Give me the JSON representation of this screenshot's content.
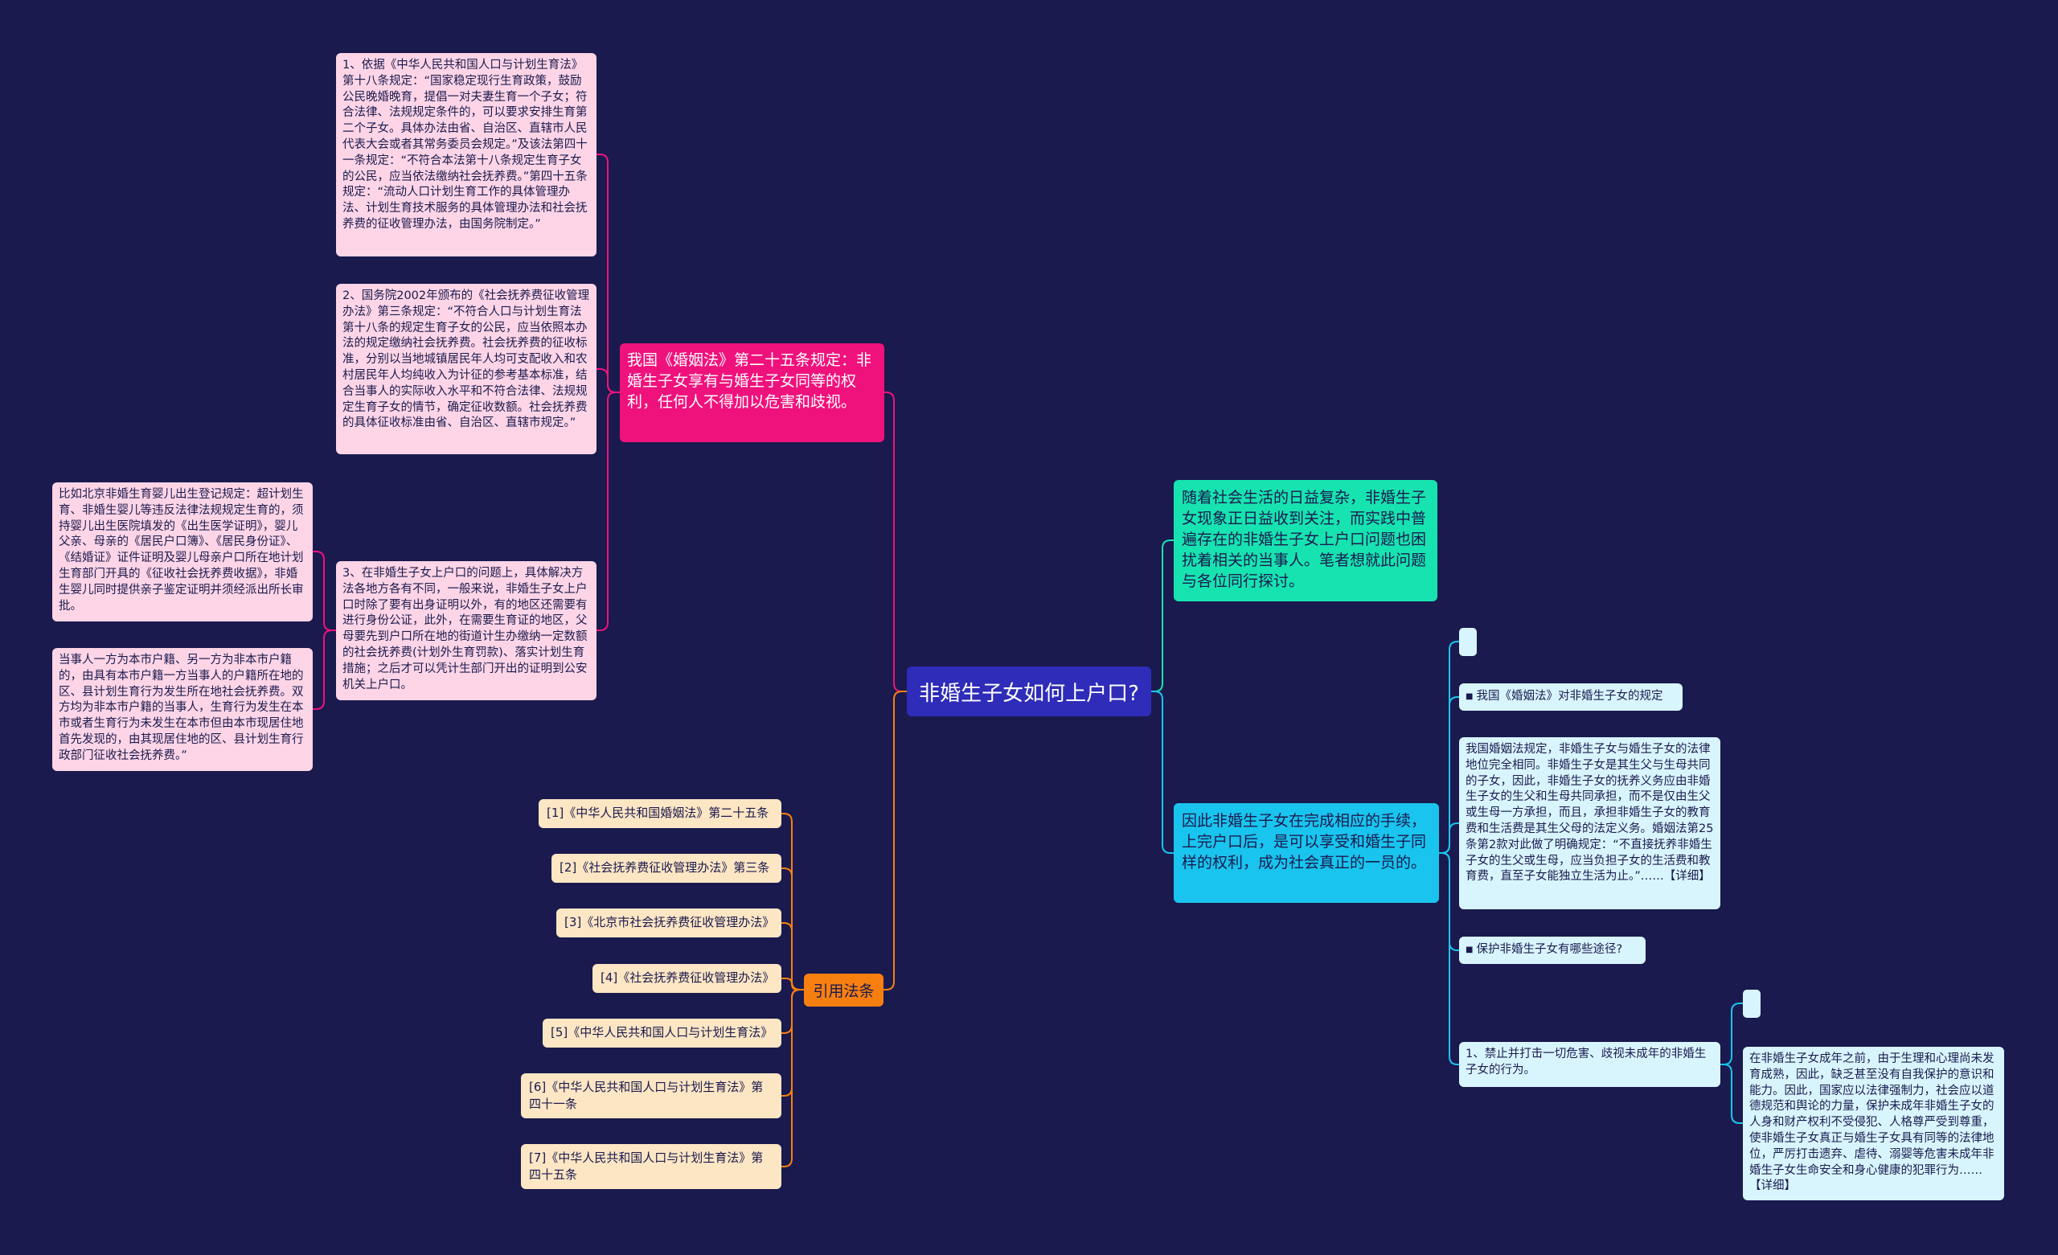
{
  "root": {
    "label": "非婚生子女如何上户口?"
  },
  "left_main": {
    "label": "我国《婚姻法》第二十五条规定：非婚生子女享有与婚生子女同等的权利，任何人不得加以危害和歧视。",
    "children": [
      "1、依据《中华人民共和国人口与计划生育法》第十八条规定：“国家稳定现行生育政策，鼓励公民晚婚晚育，提倡一对夫妻生育一个子女；符合法律、法规规定条件的，可以要求安排生育第二个子女。具体办法由省、自治区、直辖市人民代表大会或者其常务委员会规定。”及该法第四十一条规定：“不符合本法第十八条规定生育子女的公民，应当依法缴纳社会抚养费。”第四十五条规定：“流动人口计划生育工作的具体管理办法、计划生育技术服务的具体管理办法和社会抚养费的征收管理办法，由国务院制定。”",
      "2、国务院2002年颁布的《社会抚养费征收管理办法》第三条规定：“不符合人口与计划生育法第十八条的规定生育子女的公民，应当依照本办法的规定缴纳社会抚养费。社会抚养费的征收标准，分别以当地城镇居民年人均可支配收入和农村居民年人均纯收入为计征的参考基本标准，结合当事人的实际收入水平和不符合法律、法规规定生育子女的情节，确定征收数额。社会抚养费的具体征收标准由省、自治区、直辖市规定。”",
      "3、在非婚生子女上户口的问题上，具体解决方法各地方各有不同，一般来说，非婚生子女上户口时除了要有出身证明以外，有的地区还需要有进行身份公证，此外，在需要生育证的地区，父母要先到户口所在地的街道计生办缴纳一定数额的社会抚养费(计划外生育罚款)、落实计划生育措施；之后才可以凭计生部门开出的证明到公安机关上户口。"
    ],
    "grandchildren": [
      "比如北京非婚生育婴儿出生登记规定：超计划生育、非婚生婴儿等违反法律法规规定生育的，须持婴儿出生医院填发的《出生医学证明》，婴儿父亲、母亲的《居民户口簿》、《居民身份证》、《结婚证》证件证明及婴儿母亲户口所在地计划生育部门开具的《征收社会抚养费收据》，非婚生婴儿同时提供亲子鉴定证明并须经派出所长审批。",
      "当事人一方为本市户籍、另一方为非本市户籍的，由具有本市户籍一方当事人的户籍所在地的区、县计划生育行为发生所在地社会抚养费。双方均为非本市户籍的当事人，生育行为发生在本市或者生育行为未发生在本市但由本市现居住地首先发现的，由其现居住地的区、县计划生育行政部门征收社会抚养费。”"
    ]
  },
  "right_top": {
    "label": "随着社会生活的日益复杂，非婚生子女现象正日益收到关注，而实践中普遍存在的非婚生子女上户口问题也困扰着相关的当事人。笔者想就此问题与各位同行探讨。"
  },
  "right_bottom": {
    "label": "因此非婚生子女在完成相应的手续，上完户口后，是可以享受和婚生子同样的权利，成为社会真正的一员的。",
    "marker": "■",
    "children": [
      "",
      "我国《婚姻法》对非婚生子女的规定",
      "我国婚姻法规定，非婚生子女与婚生子女的法律地位完全相同。非婚生子女是其生父与生母共同的子女，因此，非婚生子女的抚养义务应由非婚生子女的生父和生母共同承担，而不是仅由生父或生母一方承担，而且，承担非婚生子女的教育费和生活费是其生父母的法定义务。婚姻法第25条第2款对此做了明确规定：“不直接抚养非婚生子女的生父或生母，应当负担子女的生活费和教育费，直至子女能独立生活为止。”……【详细】",
      "保护非婚生子女有哪些途径?",
      "1、禁止并打击一切危害、歧视未成年的非婚生子女的行为。"
    ],
    "grandchildren": [
      "",
      "在非婚生子女成年之前，由于生理和心理尚未发育成熟，因此，缺乏甚至没有自我保护的意识和能力。因此，国家应以法律强制力，社会应以道德规范和舆论的力量，保护未成年非婚生子女的人身和财产权利不受侵犯、人格尊严受到尊重，使非婚生子女真正与婚生子女具有同等的法律地位，严厉打击遗弃、虐待、溺婴等危害未成年非婚生子女生命安全和身心健康的犯罪行为……【详细】"
    ]
  },
  "references": {
    "label": "引用法条",
    "items": [
      "[1]《中华人民共和国婚姻法》第二十五条",
      "[2]《社会抚养费征收管理办法》第三条",
      "[3]《北京市社会抚养费征收管理办法》",
      "[4]《社会抚养费征收管理办法》",
      "[5]《中华人民共和国人口与计划生育法》",
      "[6]《中华人民共和国人口与计划生育法》第四十一条",
      "[7]《中华人民共和国人口与计划生育法》第四十五条"
    ]
  },
  "colors": {
    "background": "#1a1a4e",
    "root": "#2e2cb8",
    "pink": "#f0127c",
    "green": "#17e3b0",
    "blue": "#19c4ee",
    "orange": "#f77f10",
    "pink_light": "#fdd5e6",
    "blue_light": "#d8f5fd",
    "orange_light": "#fde6c4"
  }
}
